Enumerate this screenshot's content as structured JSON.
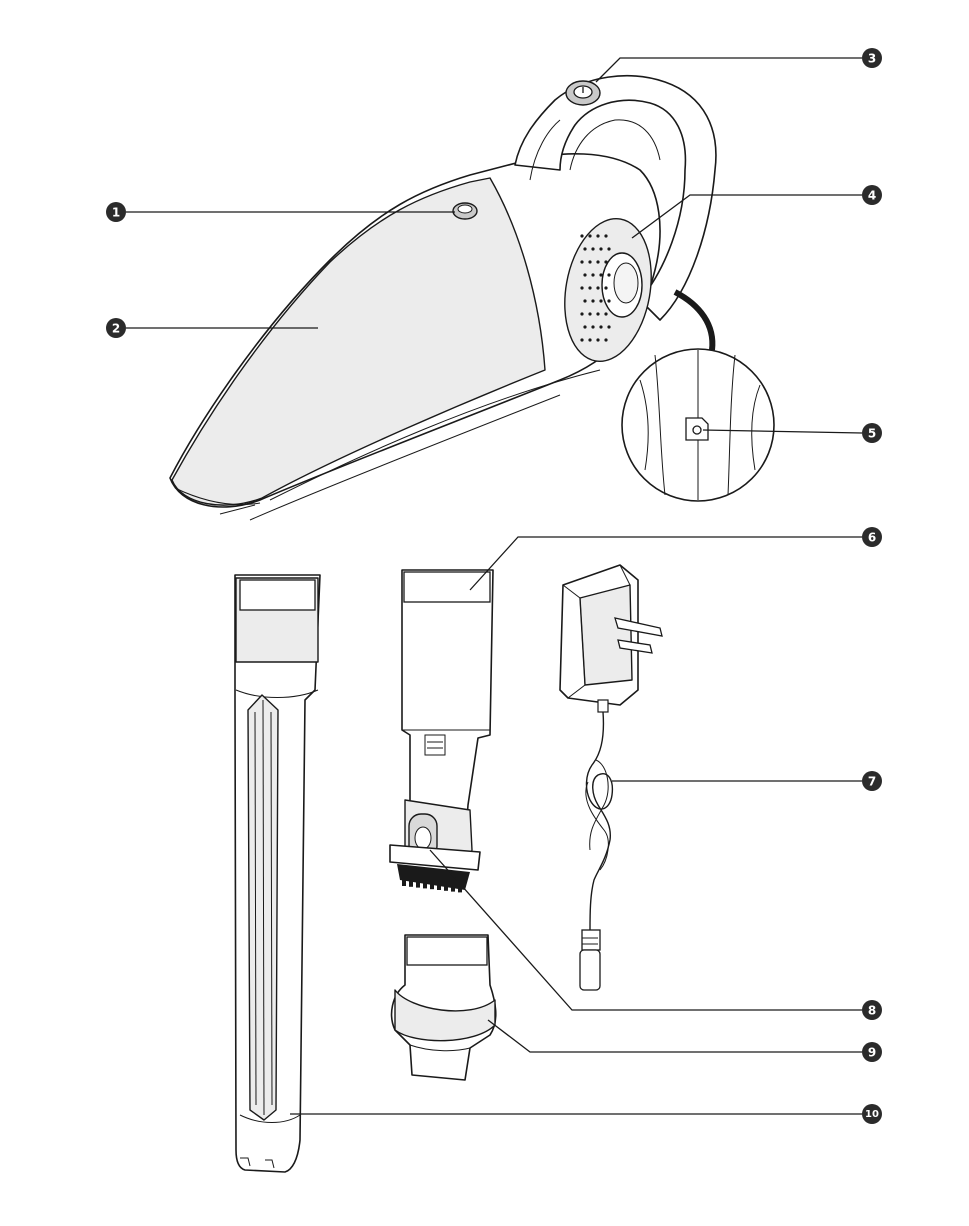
{
  "diagram": {
    "callouts": [
      {
        "id": "1",
        "label": "1"
      },
      {
        "id": "2",
        "label": "2"
      },
      {
        "id": "3",
        "label": "3"
      },
      {
        "id": "4",
        "label": "4"
      },
      {
        "id": "5",
        "label": "5"
      },
      {
        "id": "6",
        "label": "6"
      },
      {
        "id": "7",
        "label": "7"
      },
      {
        "id": "8",
        "label": "8"
      },
      {
        "id": "9",
        "label": "9"
      },
      {
        "id": "10",
        "label": "10"
      }
    ],
    "colors": {
      "callout_fill": "#2b2b2b",
      "line": "#1a1a1a",
      "shade": "#ececec",
      "background": "#ffffff"
    }
  }
}
